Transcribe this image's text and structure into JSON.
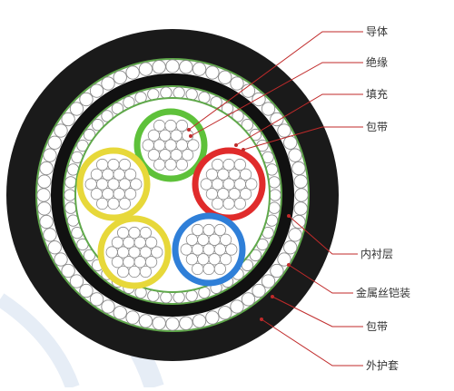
{
  "colors": {
    "outer_sheath": "#1a1a1a",
    "sheath_edge": "#5fa84a",
    "armor_wire_fill": "#ffffff",
    "armor_wire_stroke": "#8a8a8a",
    "inner_lining": "#111111",
    "filler": "#ffffff",
    "core_green": "#5ec13a",
    "core_red": "#e02b2b",
    "core_yellow": "#e7d83a",
    "core_blue": "#2f7fd8",
    "strand_stroke": "#8a8a8a",
    "leader_line": "#c02a2a",
    "watermark": "#2f6fb5"
  },
  "labels": [
    {
      "id": "conductor",
      "text": "导体"
    },
    {
      "id": "insulation",
      "text": "绝缘"
    },
    {
      "id": "filler",
      "text": "填充"
    },
    {
      "id": "wrapping_tape",
      "text": "包带"
    },
    {
      "id": "inner_lining",
      "text": "内衬层"
    },
    {
      "id": "armor",
      "text": "金属丝铠装"
    },
    {
      "id": "outer_tape",
      "text": "包带"
    },
    {
      "id": "outer_sheath",
      "text": "外护套"
    }
  ]
}
